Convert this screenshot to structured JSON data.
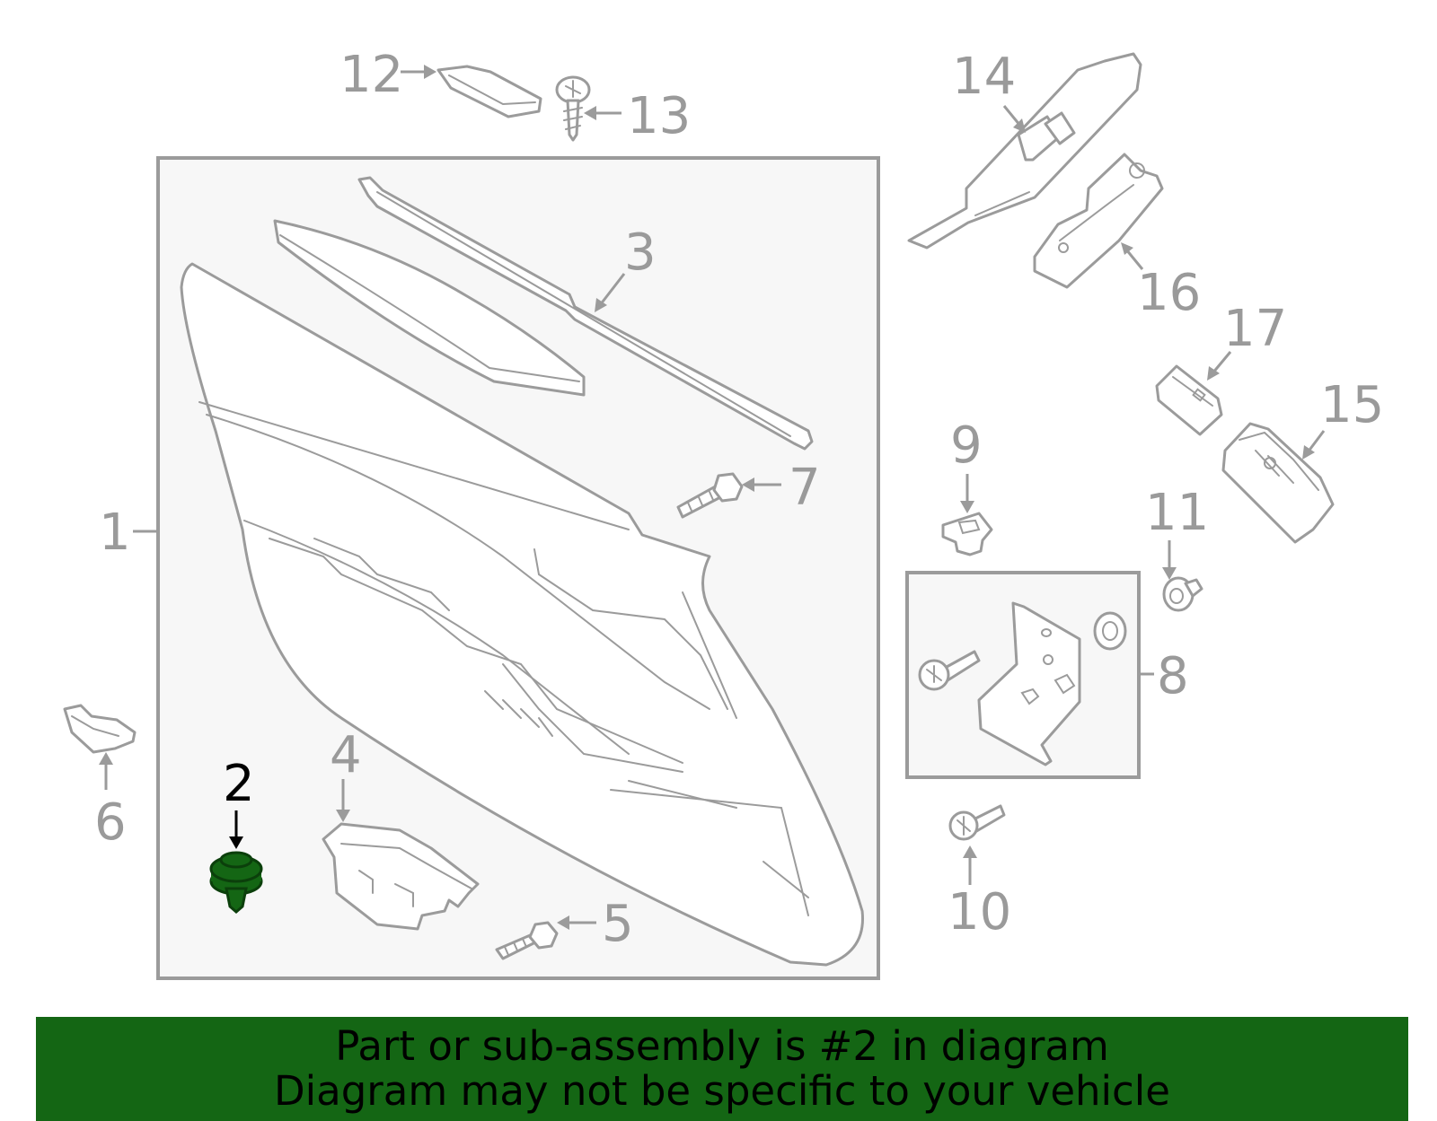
{
  "diagram": {
    "callouts": [
      "1",
      "2",
      "3",
      "4",
      "5",
      "6",
      "7",
      "8",
      "9",
      "10",
      "11",
      "12",
      "13",
      "14",
      "15",
      "16",
      "17"
    ],
    "highlighted_part": "2",
    "highlight_color": "#146614",
    "line_color": "#9b9b9b"
  },
  "banner": {
    "line1": "Part or sub-assembly is #2 in diagram",
    "line2": "Diagram may not be specific to your vehicle",
    "background": "#146614"
  }
}
